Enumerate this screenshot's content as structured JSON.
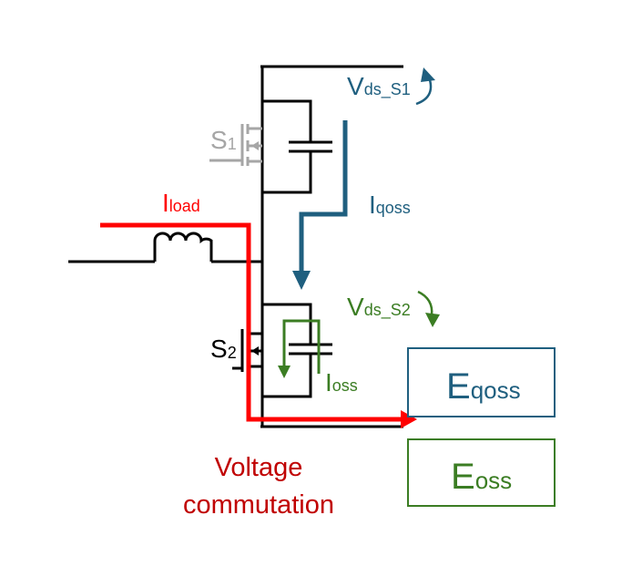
{
  "colors": {
    "wire": "#000000",
    "switch_off": "#a6a6a6",
    "load_path": "#ff0000",
    "qoss": "#1f5f7f",
    "oss": "#3b7d23",
    "caption": "#c00000"
  },
  "labels": {
    "s1": {
      "main": "S",
      "sub": "1"
    },
    "s2": {
      "main": "S",
      "sub": "2"
    },
    "iload": {
      "main": "I",
      "sub": "load"
    },
    "iqoss": {
      "main": "I",
      "sub": "qoss"
    },
    "ioss": {
      "main": "I",
      "sub": "oss"
    },
    "vds_s1": {
      "main": "V",
      "sub": "ds_S1"
    },
    "vds_s2": {
      "main": "V",
      "sub": "ds_S2"
    }
  },
  "boxes": {
    "eqoss": {
      "main": "E",
      "sub": "qoss"
    },
    "eoss": {
      "main": "E",
      "sub": "oss"
    }
  },
  "caption": {
    "line1": "Voltage",
    "line2": "commutation"
  }
}
